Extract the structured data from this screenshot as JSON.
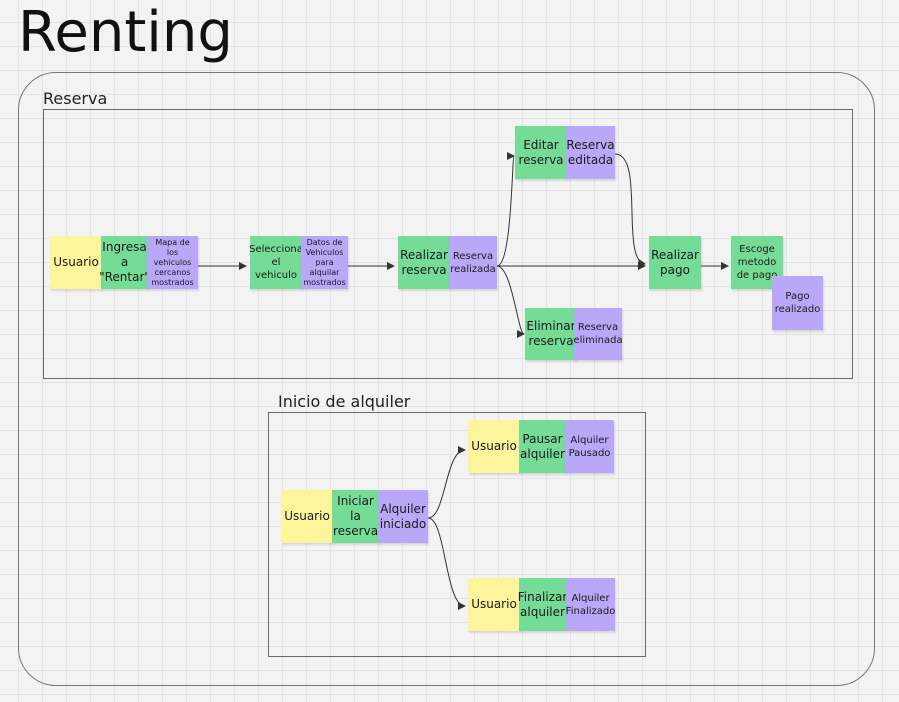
{
  "title": "Renting",
  "frames": {
    "reserva": "Reserva",
    "inicio": "Inicio de alquiler"
  },
  "notes": {
    "usuario_1": "Usuario",
    "ingresa_rentar": "Ingresa\na\n\"Rentar\"",
    "mapa_vehiculos": "Mapa de los\nvehiculos\ncercanos\nmostrados",
    "selecciona_vehiculo": "Selecciona\nel\nvehiculo",
    "datos_vehiculos": "Datos de\nVehiculos\npara alquilar\nmostrados",
    "realizar_reserva": "Realizar\nreserva",
    "reserva_realizada": "Reserva\nrealizada",
    "editar_reserva": "Editar\nreserva",
    "reserva_editada": "Reserva\neditada",
    "eliminar_reserva": "Eliminar\nreserva",
    "reserva_eliminada": "Reserva\neliminada",
    "realizar_pago": "Realizar\npago",
    "escoge_metodo": "Escoge\nmetodo\nde pago",
    "pago_realizado": "Pago\nrealizado",
    "usuario_2": "Usuario",
    "iniciar_reserva": "Iniciar\nla\nreserva",
    "alquiler_iniciado": "Alquiler\niniciado",
    "usuario_3": "Usuario",
    "pausar_alquiler": "Pausar\nalquiler",
    "alquiler_pausado": "Alquiler\nPausado",
    "usuario_4": "Usuario",
    "finalizar_alquiler": "Finalizar\nalquiler",
    "alquiler_finalizado": "Alquiler\nFinalizado"
  },
  "colors": {
    "actor": "#fef49c",
    "command": "#74dc96",
    "event": "#b9a8f7"
  }
}
